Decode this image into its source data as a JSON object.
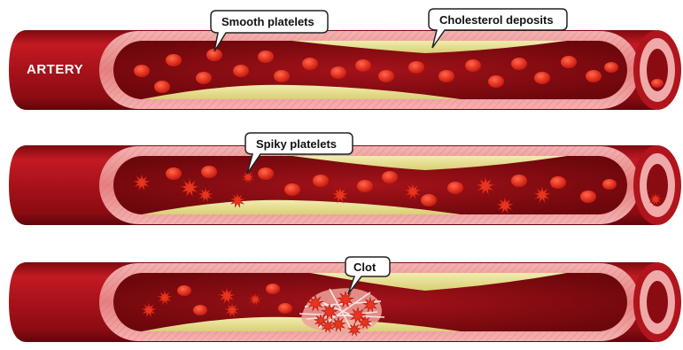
{
  "labels": {
    "artery": "ARTERY",
    "smooth_platelets": "Smooth platelets",
    "cholesterol_deposits": "Cholesterol deposits",
    "spiky_platelets": "Spiky platelets",
    "clot": "Clot"
  },
  "colors": {
    "vessel_outer": "#b3121c",
    "vessel_dark": "#7a0a10",
    "vessel_wall_pink": "#e98a8a",
    "vessel_wall_light": "#f6c3c3",
    "lumen": "#8f0d14",
    "cholesterol": "#e9e19a",
    "blood_cell": "#e0301e",
    "callout_border": "#222222"
  },
  "panels": [
    {
      "stage": "smooth",
      "platelet_type": "smooth"
    },
    {
      "stage": "spiky",
      "platelet_type": "spiky"
    },
    {
      "stage": "clot",
      "platelet_type": "clot"
    }
  ]
}
